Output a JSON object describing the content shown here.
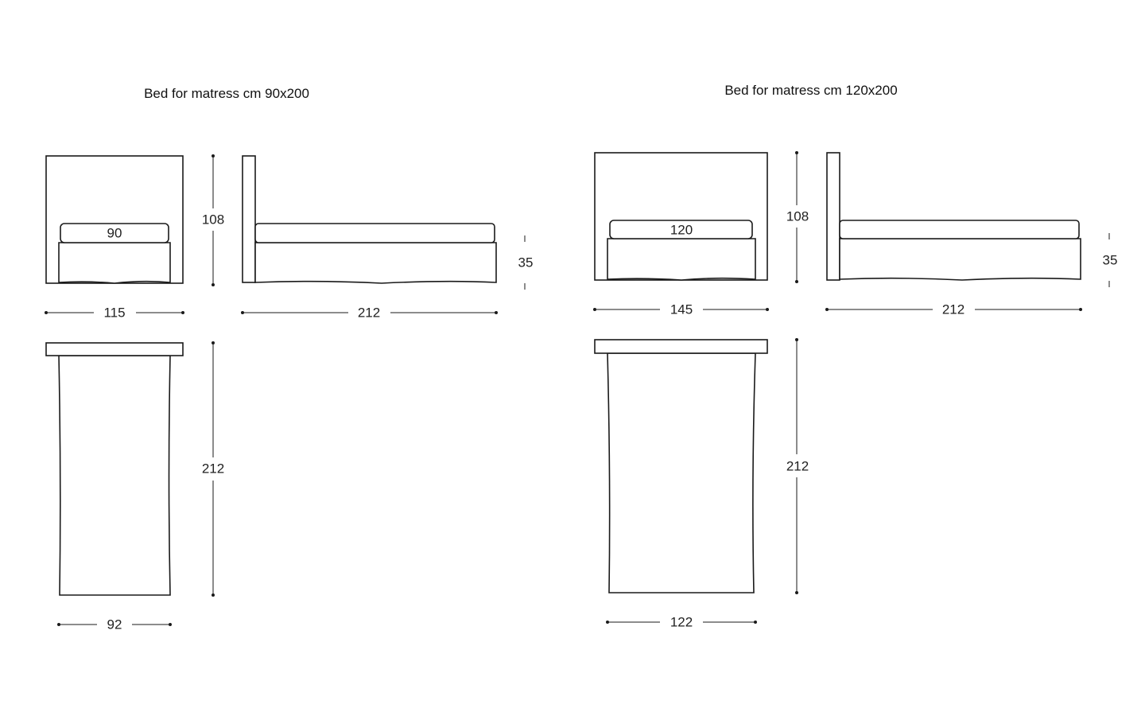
{
  "beds": [
    {
      "title": "Bed for matress cm 90x200",
      "mattress_width": "90",
      "front_width": "115",
      "height": "108",
      "side_length": "212",
      "base_height": "35",
      "top_length": "212",
      "top_width": "92"
    },
    {
      "title": "Bed for matress cm 120x200",
      "mattress_width": "120",
      "front_width": "145",
      "height": "108",
      "side_length": "212",
      "base_height": "35",
      "top_length": "212",
      "top_width": "122"
    }
  ]
}
